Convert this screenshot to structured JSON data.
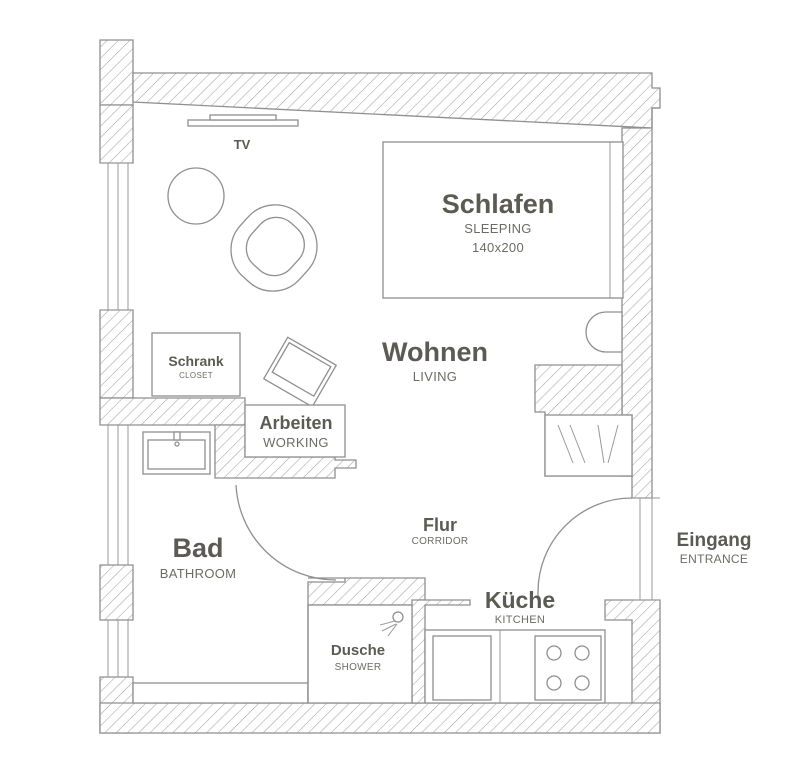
{
  "colors": {
    "line": "#8f8f8f",
    "text": "#5b5b53",
    "background": "#ffffff"
  },
  "rooms": {
    "sleeping": {
      "title": "Schlafen",
      "subtitle": "SLEEPING",
      "size": "140x200"
    },
    "living": {
      "title": "Wohnen",
      "subtitle": "LIVING"
    },
    "working": {
      "title": "Arbeiten",
      "subtitle": "WORKING"
    },
    "closet": {
      "title": "Schrank",
      "subtitle": "CLOSET"
    },
    "tv": {
      "title": "TV"
    },
    "corridor": {
      "title": "Flur",
      "subtitle": "CORRIDOR"
    },
    "bathroom": {
      "title": "Bad",
      "subtitle": "BATHROOM"
    },
    "shower": {
      "title": "Dusche",
      "subtitle": "SHOWER"
    },
    "kitchen": {
      "title": "Küche",
      "subtitle": "KITCHEN"
    },
    "entrance": {
      "title": "Eingang",
      "subtitle": "ENTRANCE"
    }
  }
}
